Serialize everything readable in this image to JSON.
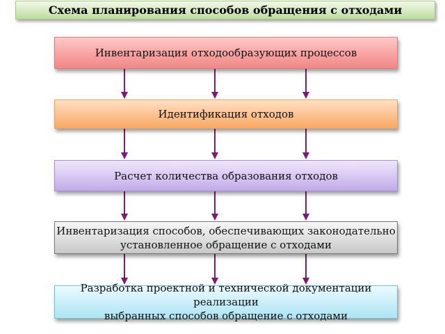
{
  "title": "Схема планирования способов обращения с отходами",
  "steps": [
    {
      "lines": [
        "Инвентаризация отходообразующих процессов"
      ]
    },
    {
      "lines": [
        "Идентификация отходов"
      ]
    },
    {
      "lines": [
        "Расчет количества образования отходов"
      ]
    },
    {
      "lines": [
        "Инвентаризация способов, обеспечивающих законодательно",
        "установленное обращение с  отходами"
      ]
    },
    {
      "lines": [
        "Разработка проектной и технической документации",
        "реализации",
        "выбранных способов обращение с  отходами"
      ]
    }
  ],
  "colors": {
    "arrow": "#7d1b73",
    "title_fill": "#d6eac0",
    "step_fills": [
      "#f9a2a2",
      "#fcc18e",
      "#d6c6f2",
      "#dedede",
      "#c8eef9"
    ]
  }
}
